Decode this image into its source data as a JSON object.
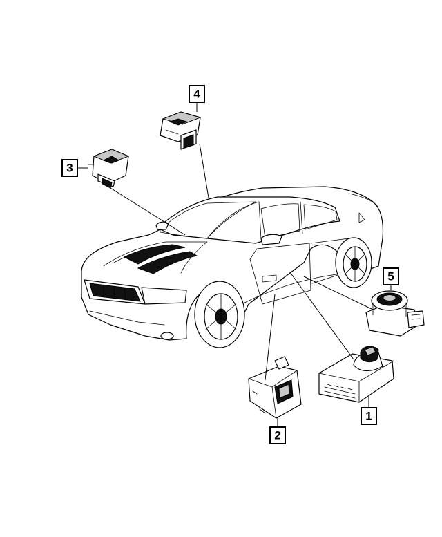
{
  "callouts": {
    "c1": "1",
    "c2": "2",
    "c3": "3",
    "c4": "4",
    "c5": "5"
  },
  "colors": {
    "line": "#000000",
    "background": "#ffffff"
  },
  "icons": {
    "vehicle": "sedan-illustration",
    "part1": "seat-control-module-icon",
    "part2": "power-module-icon",
    "part3": "heated-seat-switch-icon",
    "part4": "heated-seat-switch-icon",
    "part5": "seat-motor-icon"
  }
}
